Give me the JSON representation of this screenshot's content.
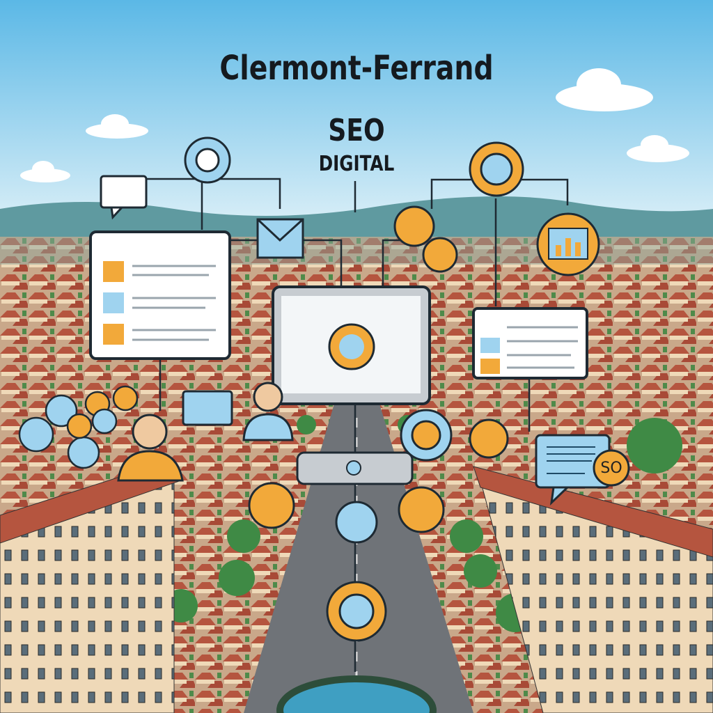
{
  "title": "Clermont-Ferrand",
  "subtitle": "SEO",
  "tagline": "DIGITAL",
  "badge_text": "SO",
  "colors": {
    "sky_top": "#5bb8e6",
    "sky_bottom": "#d8eef7",
    "mountains": "#5f9aa0",
    "roofs": "#b5553f",
    "walls": "#efd9b8",
    "panel_blue": "#9fd3ef",
    "accent_orange": "#f2a93a",
    "outline": "#1e2a33"
  },
  "icons": [
    "gear-icon",
    "chat-bubble-icon",
    "envelope-icon",
    "bar-chart-icon",
    "person-icon",
    "dollar-gear-icon",
    "monitor-icon",
    "location-pin-icon"
  ]
}
